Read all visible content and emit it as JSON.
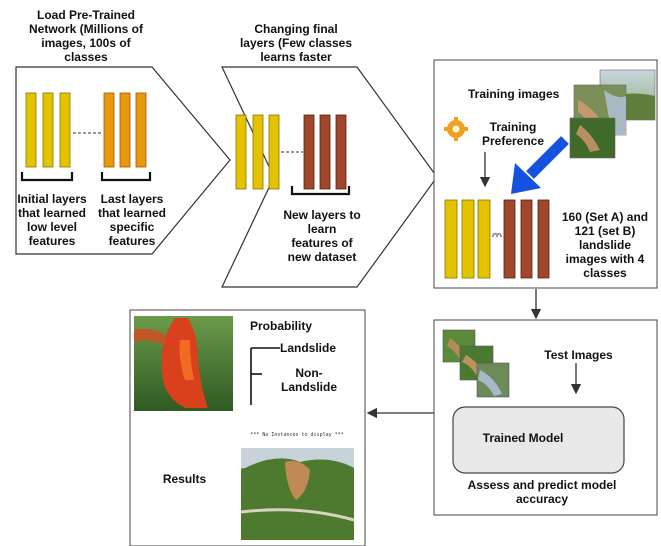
{
  "stage1": {
    "title": "Load Pre-Trained\nNetwork (Millions of\nimages, 100s of\nclasses",
    "label_initial": "Initial layers\nthat learned\nlow level\nfeatures",
    "label_last": "Last layers\nthat learned\nspecific\nfeatures"
  },
  "stage2": {
    "title": "Changing final\nlayers (Few classes\nlearns faster",
    "label_new": "New layers to\nlearn\nfeatures of\nnew dataset"
  },
  "stage3": {
    "training_images": "Training images",
    "training_preference": "Training\nPreference",
    "dataset_desc": "160  (Set A) and\n121 (set B)\nlandslide\nimages with 4\nclasses",
    "tiny_label": "ahas"
  },
  "stage4": {
    "test_images": "Test Images",
    "trained_model": "Trained Model",
    "assess": "Assess and predict model\naccuracy"
  },
  "results": {
    "probability": "Probability",
    "landslide": "Landslide",
    "non_landslide": "Non-\nLandslide",
    "no_instances": "*** No Instances to display ***",
    "results_label": "Results"
  },
  "colors": {
    "yellow": "#e3c200",
    "orange": "#e8980f",
    "brown": "#a0462a",
    "blue_arrow": "#1452e0",
    "model_fill": "#e8e8e8"
  }
}
